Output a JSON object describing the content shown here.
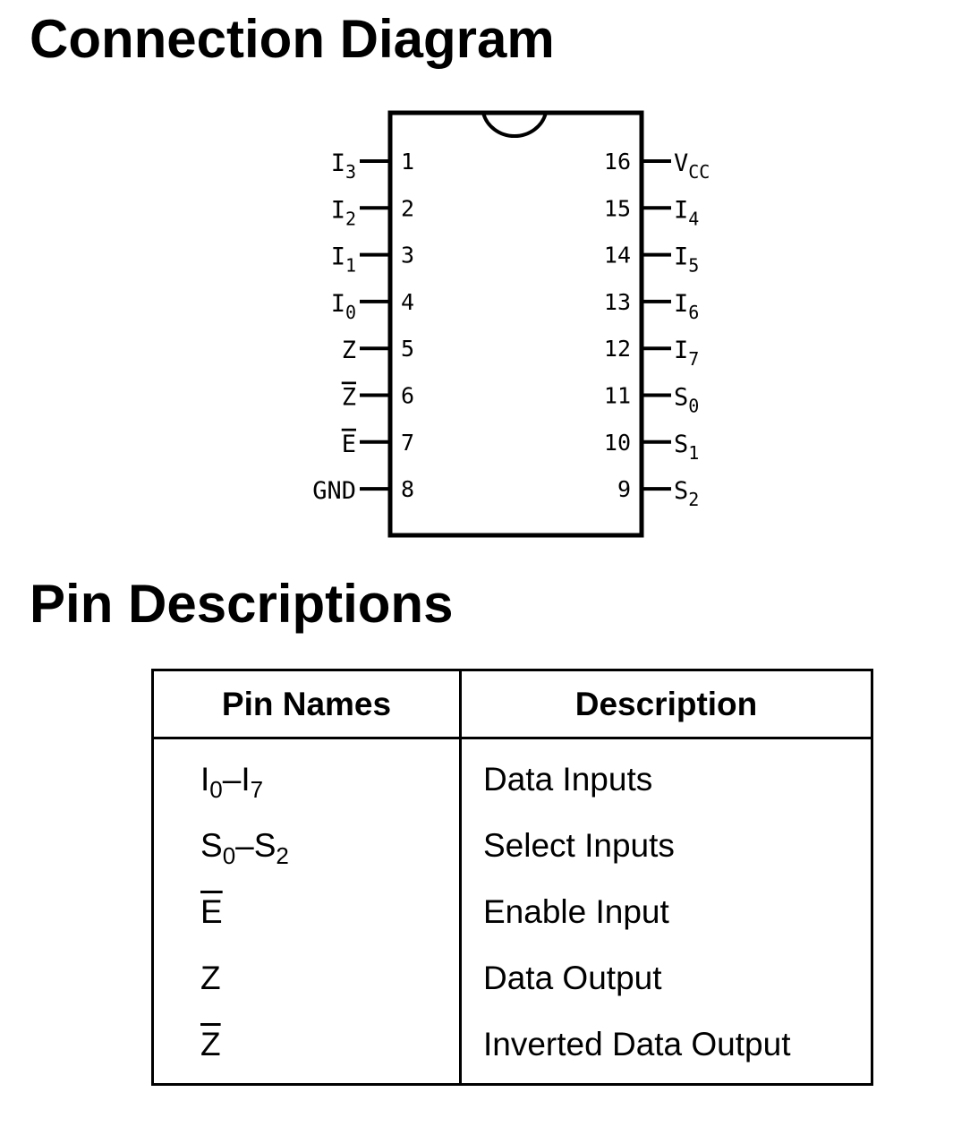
{
  "section1": {
    "title": "Connection Diagram"
  },
  "diagram": {
    "left_pins": [
      {
        "number": "1",
        "label": "I",
        "sub": "3",
        "overline": false
      },
      {
        "number": "2",
        "label": "I",
        "sub": "2",
        "overline": false
      },
      {
        "number": "3",
        "label": "I",
        "sub": "1",
        "overline": false
      },
      {
        "number": "4",
        "label": "I",
        "sub": "0",
        "overline": false
      },
      {
        "number": "5",
        "label": "Z",
        "sub": "",
        "overline": false
      },
      {
        "number": "6",
        "label": "Z",
        "sub": "",
        "overline": true
      },
      {
        "number": "7",
        "label": "E",
        "sub": "",
        "overline": true
      },
      {
        "number": "8",
        "label": "GND",
        "sub": "",
        "overline": false
      }
    ],
    "right_pins": [
      {
        "number": "16",
        "label": "V",
        "sub": "CC",
        "overline": false
      },
      {
        "number": "15",
        "label": "I",
        "sub": "4",
        "overline": false
      },
      {
        "number": "14",
        "label": "I",
        "sub": "5",
        "overline": false
      },
      {
        "number": "13",
        "label": "I",
        "sub": "6",
        "overline": false
      },
      {
        "number": "12",
        "label": "I",
        "sub": "7",
        "overline": false
      },
      {
        "number": "11",
        "label": "S",
        "sub": "0",
        "overline": false
      },
      {
        "number": "10",
        "label": "S",
        "sub": "1",
        "overline": false
      },
      {
        "number": "9",
        "label": "S",
        "sub": "2",
        "overline": false
      }
    ]
  },
  "section2": {
    "title": "Pin Descriptions"
  },
  "table": {
    "headers": {
      "pin_names": "Pin Names",
      "description": "Description"
    },
    "rows": [
      {
        "name": {
          "a": "I",
          "a_sub": "0",
          "sep": "–",
          "b": "I",
          "b_sub": "7",
          "overline": false
        },
        "description": "Data Inputs"
      },
      {
        "name": {
          "a": "S",
          "a_sub": "0",
          "sep": "–",
          "b": "S",
          "b_sub": "2",
          "overline": false
        },
        "description": "Select Inputs"
      },
      {
        "name": {
          "a": "E",
          "a_sub": "",
          "sep": "",
          "b": "",
          "b_sub": "",
          "overline": true
        },
        "description": "Enable Input"
      },
      {
        "name": {
          "a": "Z",
          "a_sub": "",
          "sep": "",
          "b": "",
          "b_sub": "",
          "overline": false
        },
        "description": "Data Output"
      },
      {
        "name": {
          "a": "Z",
          "a_sub": "",
          "sep": "",
          "b": "",
          "b_sub": "",
          "overline": true
        },
        "description": "Inverted Data Output"
      }
    ]
  }
}
